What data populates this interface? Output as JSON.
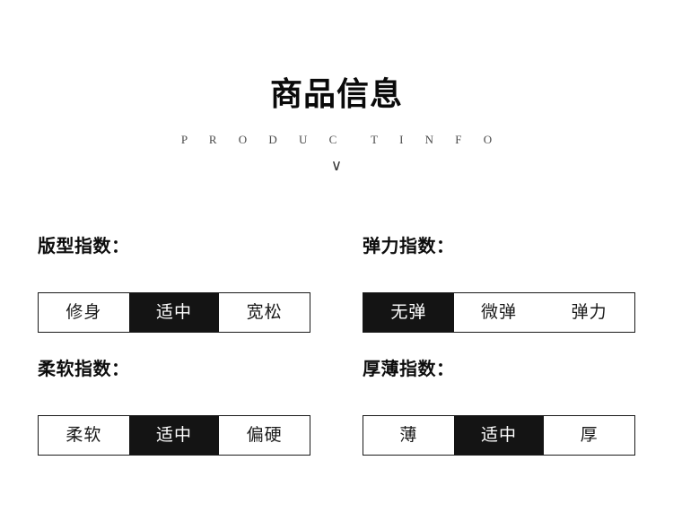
{
  "header": {
    "title": "商品信息",
    "subtitle": "P R O D U C  T I N F O",
    "chevron": "∨"
  },
  "groups": [
    {
      "label": "版型指数：",
      "options": [
        {
          "text": "修身",
          "selected": false
        },
        {
          "text": "适中",
          "selected": true
        },
        {
          "text": "宽松",
          "selected": false
        }
      ]
    },
    {
      "label": "弹力指数：",
      "options": [
        {
          "text": "无弹",
          "selected": true
        },
        {
          "text": "微弹",
          "selected": false
        },
        {
          "text": "弹力",
          "selected": false
        }
      ]
    },
    {
      "label": "柔软指数：",
      "options": [
        {
          "text": "柔软",
          "selected": false
        },
        {
          "text": "适中",
          "selected": true
        },
        {
          "text": "偏硬",
          "selected": false
        }
      ]
    },
    {
      "label": "厚薄指数：",
      "options": [
        {
          "text": "薄",
          "selected": false
        },
        {
          "text": "适中",
          "selected": true
        },
        {
          "text": "厚",
          "selected": false
        }
      ]
    }
  ],
  "colors": {
    "background": "#ffffff",
    "text": "#111111",
    "selected_background": "#141414",
    "selected_text": "#ffffff",
    "border": "#1a1a1a"
  }
}
